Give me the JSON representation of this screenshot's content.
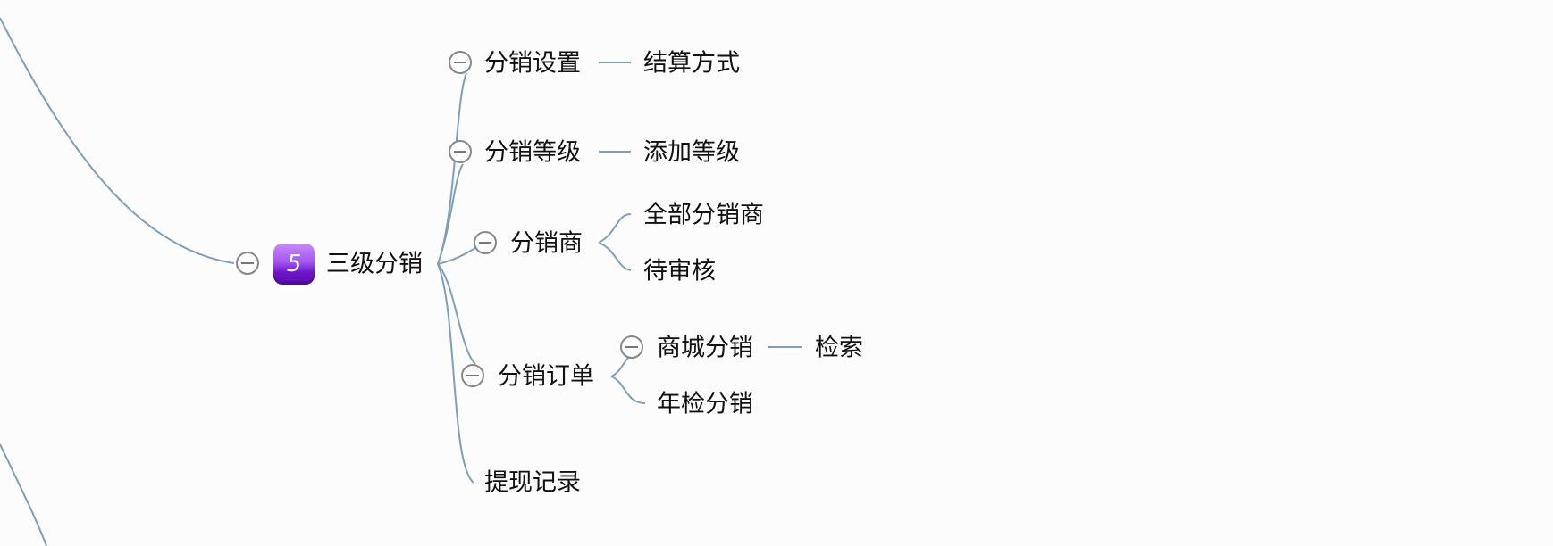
{
  "root": {
    "label": "三级分销",
    "priority": "5"
  },
  "branches": [
    {
      "label": "分销设置",
      "children": [
        {
          "label": "结算方式"
        }
      ]
    },
    {
      "label": "分销等级",
      "children": [
        {
          "label": "添加等级"
        }
      ]
    },
    {
      "label": "分销商",
      "children": [
        {
          "label": "全部分销商"
        },
        {
          "label": "待审核"
        }
      ]
    },
    {
      "label": "分销订单",
      "children": [
        {
          "label": "商城分销",
          "children": [
            {
              "label": "检索"
            }
          ]
        },
        {
          "label": "年检分销"
        }
      ]
    },
    {
      "label": "提现记录"
    }
  ],
  "colors": {
    "link": "#7f9fb8",
    "collapse_border": "#888888",
    "background": "#fcfcfd",
    "text": "#111111",
    "badge": "#8a3be0"
  }
}
